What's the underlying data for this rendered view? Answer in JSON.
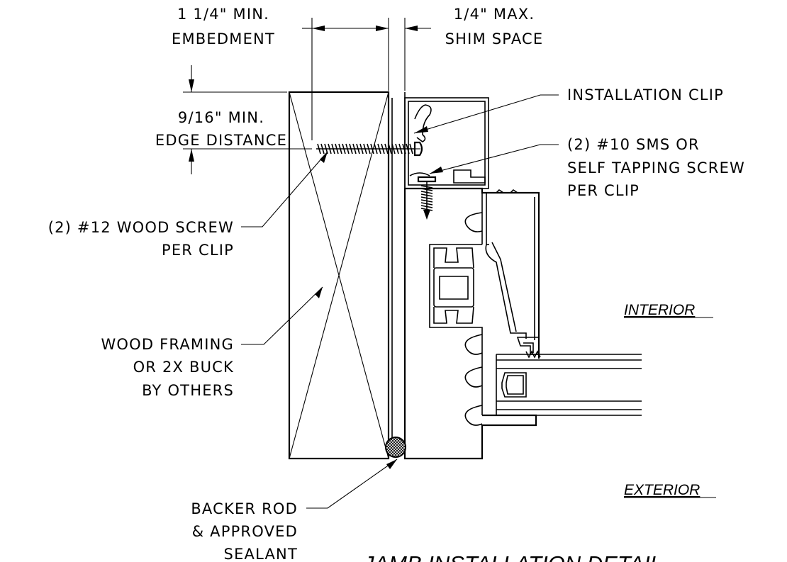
{
  "labels": {
    "embedment_1": "1 1/4\" MIN.",
    "embedment_2": "EMBEDMENT",
    "shim_1": "1/4\" MAX.",
    "shim_2": "SHIM SPACE",
    "install_clip": "INSTALLATION CLIP",
    "edge_1": "9/16\" MIN.",
    "edge_2": "EDGE DISTANCE",
    "sms_1": "(2) #10 SMS OR",
    "sms_2": "SELF TAPPING SCREW",
    "sms_3": "PER CLIP",
    "wood_screw_1": "(2) #12 WOOD SCREW",
    "wood_screw_2": "PER CLIP",
    "interior": "INTERIOR",
    "framing_1": "WOOD FRAMING",
    "framing_2": "OR 2X BUCK",
    "framing_3": "BY OTHERS",
    "exterior": "EXTERIOR",
    "backer_1": "BACKER ROD",
    "backer_2": "& APPROVED",
    "backer_3": "SEALANT",
    "title": "JAMB INSTALLATION DETAIL"
  },
  "colors": {
    "ink": "#000000",
    "paper": "#ffffff"
  }
}
